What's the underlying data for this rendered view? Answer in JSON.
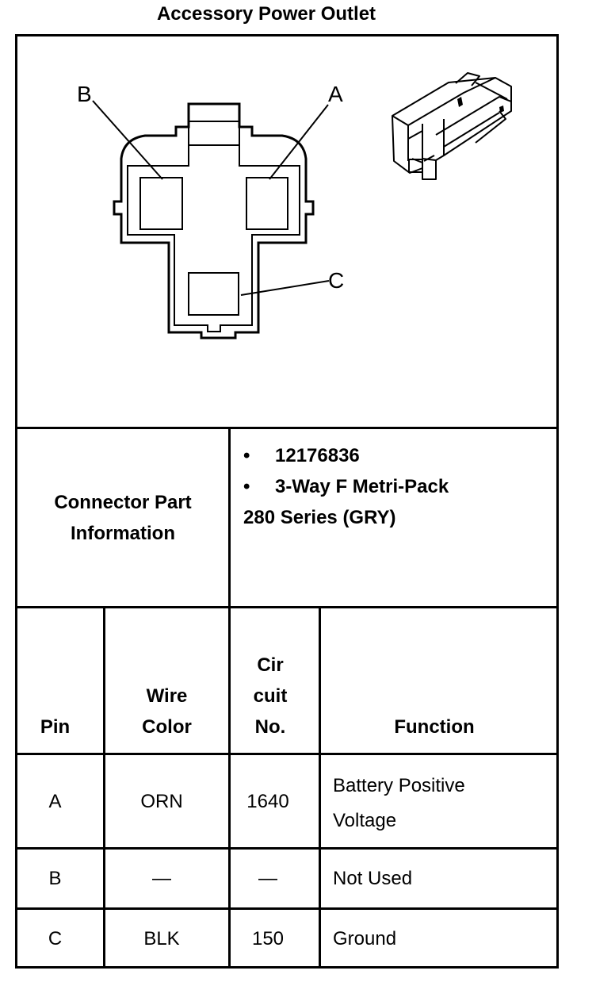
{
  "title": "Accessory Power Outlet",
  "diagram": {
    "labels": {
      "a": "A",
      "b": "B",
      "c": "C"
    }
  },
  "part_info": {
    "label_line1": "Connector Part",
    "label_line2": "Information",
    "bullet": "•",
    "part_number": "12176836",
    "description_line1": "3-Way F Metri-Pack",
    "description_line2": "280 Series (GRY)"
  },
  "table": {
    "headers": {
      "pin": "Pin",
      "wire_line1": "Wire",
      "wire_line2": "Color",
      "circuit_line1": "Cir",
      "circuit_line2": "cuit",
      "circuit_line3": "No.",
      "function": "Function"
    },
    "rows": [
      {
        "pin": "A",
        "wire_color": "ORN",
        "circuit": "1640",
        "function_line1": "Battery Positive",
        "function_line2": "Voltage"
      },
      {
        "pin": "B",
        "wire_color": "—",
        "circuit": "—",
        "function_line1": "Not Used",
        "function_line2": ""
      },
      {
        "pin": "C",
        "wire_color": "BLK",
        "circuit": "150",
        "function_line1": "Ground",
        "function_line2": ""
      }
    ]
  }
}
